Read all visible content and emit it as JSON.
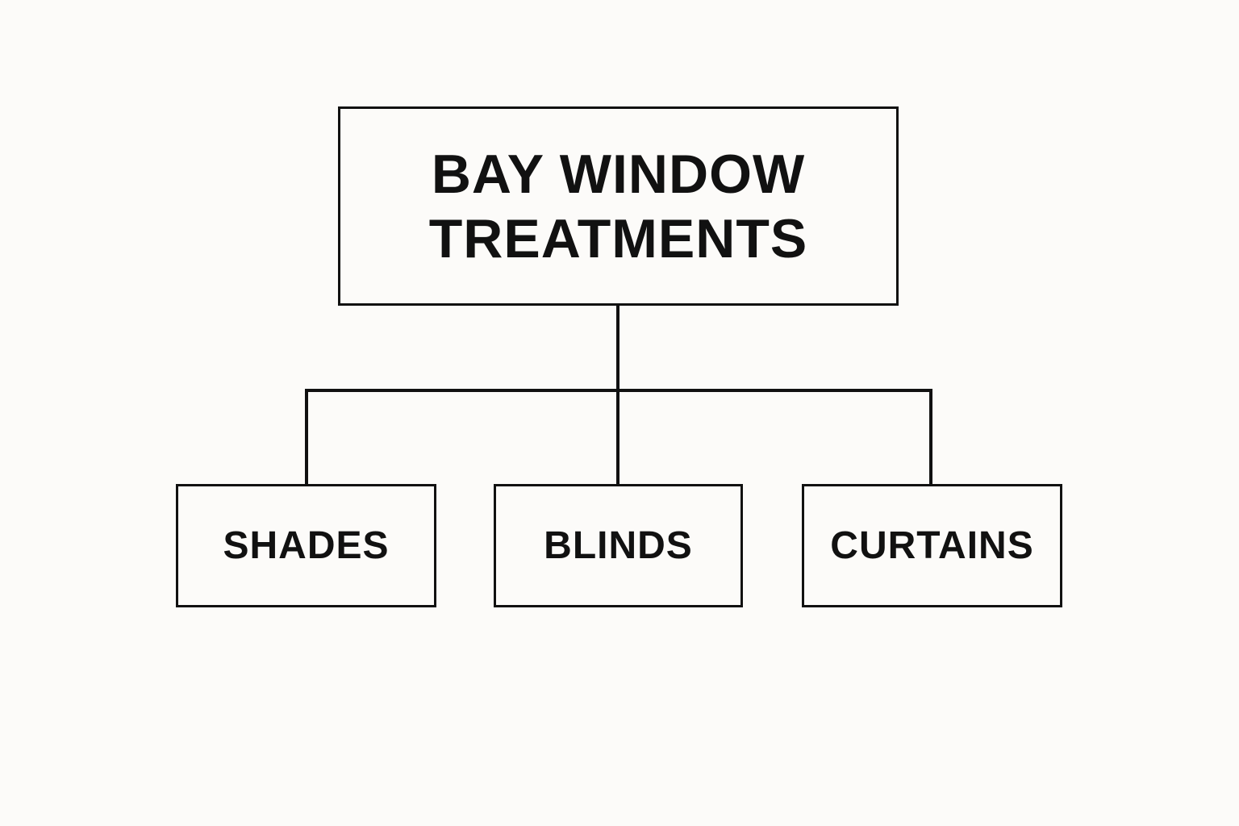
{
  "diagram": {
    "root": {
      "lines": [
        "BAY WINDOW",
        "TREATMENTS"
      ]
    },
    "children": [
      {
        "label": "SHADES"
      },
      {
        "label": "BLINDS"
      },
      {
        "label": "CURTAINS"
      }
    ]
  },
  "colors": {
    "background": "#fcfbf9",
    "stroke": "#111111",
    "text": "#111111"
  }
}
